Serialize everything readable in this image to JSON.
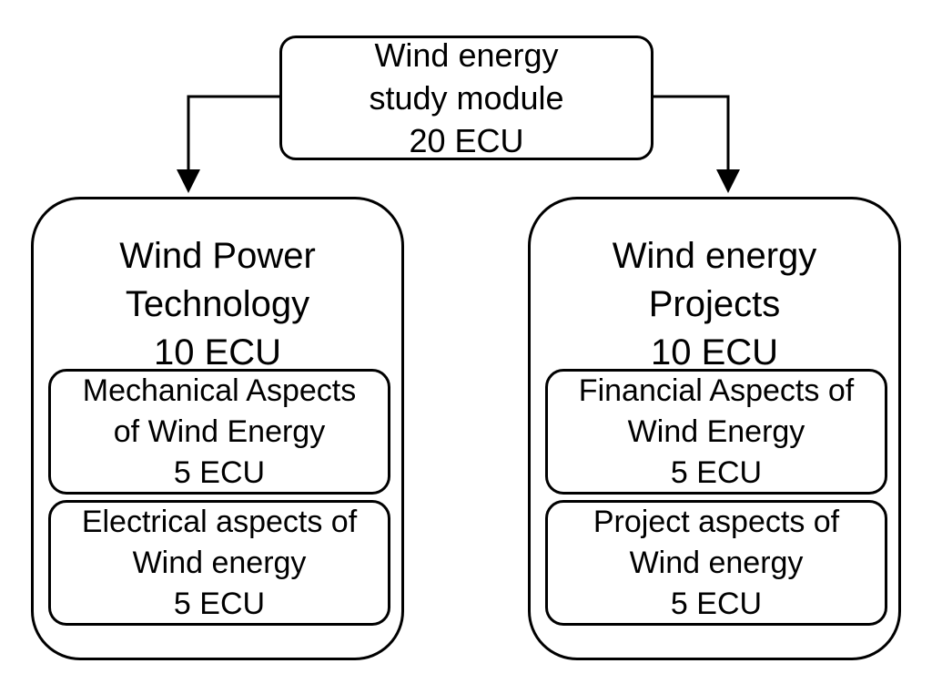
{
  "root": {
    "lines": [
      "Wind energy",
      "study module",
      "20 ECU"
    ]
  },
  "groups": [
    {
      "lines": [
        "Wind Power",
        "Technology",
        "10 ECU"
      ],
      "courses": [
        {
          "lines": [
            "Mechanical Aspects",
            "of Wind Energy",
            "5 ECU"
          ]
        },
        {
          "lines": [
            "Electrical aspects of",
            "Wind energy",
            "5 ECU"
          ]
        }
      ]
    },
    {
      "lines": [
        "Wind energy",
        "Projects",
        "10 ECU"
      ],
      "courses": [
        {
          "lines": [
            "Financial Aspects of",
            "Wind Energy",
            "5 ECU"
          ]
        },
        {
          "lines": [
            "Project aspects of",
            "Wind energy",
            "5 ECU"
          ]
        }
      ]
    }
  ]
}
